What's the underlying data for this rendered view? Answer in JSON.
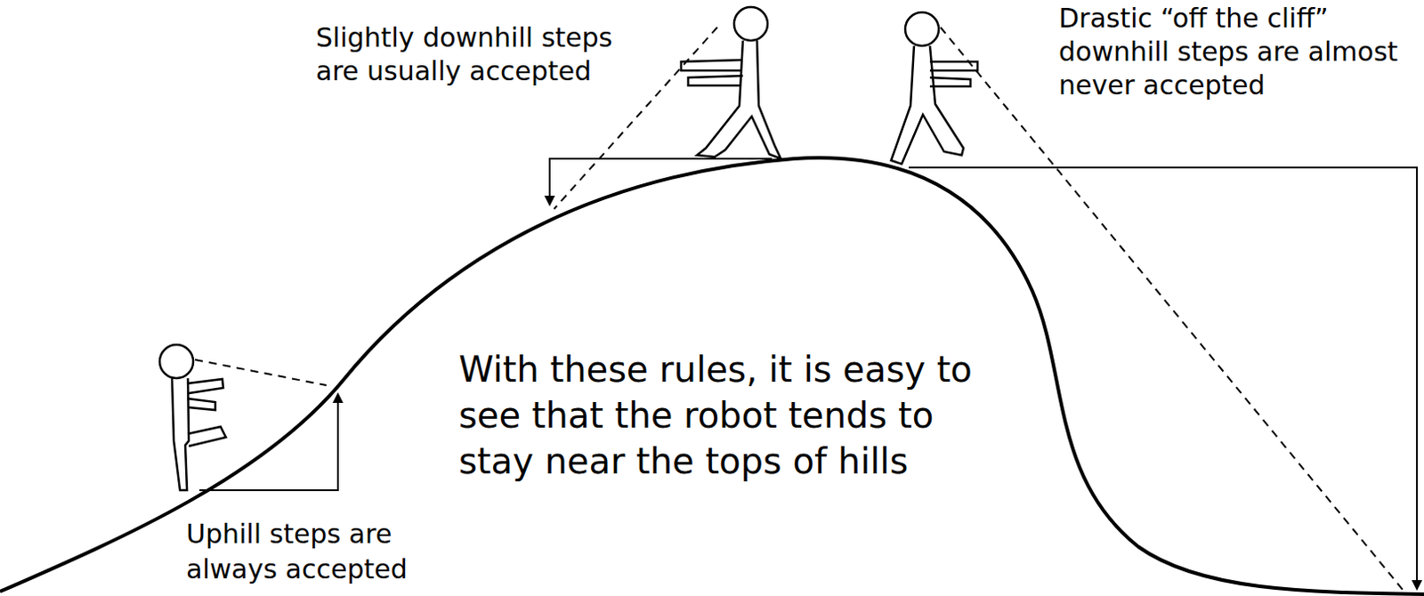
{
  "diagram": {
    "labels": [
      "Slightly downhill steps are usually accepted",
      "Drastic “off the cliff” downhill steps are almost never accepted",
      "With these rules, it is easy to see that the robot tends to stay near the tops of hills",
      "Uphill steps are always accepted"
    ]
  }
}
